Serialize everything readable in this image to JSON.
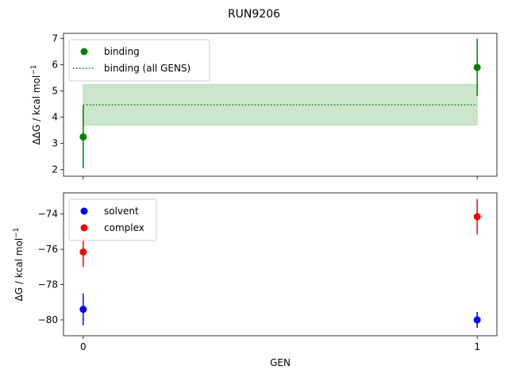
{
  "figure_title": "RUN9206",
  "chart_data": [
    {
      "type": "scatter",
      "ylabel": {
        "prefix": "ΔΔG / kcal mol",
        "sup": "−1"
      },
      "ylim": [
        1.75,
        7.2
      ],
      "xlim": [
        -0.05,
        1.05
      ],
      "x_ticks": [
        0,
        1
      ],
      "x_tick_labels": [
        "",
        ""
      ],
      "y_ticks": [
        2,
        3,
        4,
        5,
        6,
        7
      ],
      "y_tick_labels": [
        "2",
        "3",
        "4",
        "5",
        "6",
        "7"
      ],
      "grid": false,
      "legend": {
        "placement": "upper-left",
        "entries": [
          "binding",
          "binding (all GENS)"
        ]
      },
      "series": [
        {
          "name": "binding",
          "color": "#008000",
          "x": [
            0,
            1
          ],
          "y": [
            3.25,
            5.9
          ],
          "yerr": [
            1.2,
            1.1
          ]
        }
      ],
      "reference_line": {
        "name": "binding (all GENS)",
        "color": "#008000",
        "style": "dotted",
        "x": [
          0,
          1
        ],
        "y": 4.47,
        "band": [
          3.7,
          5.25
        ]
      }
    },
    {
      "type": "scatter",
      "ylabel": {
        "prefix": "ΔG / kcal mol",
        "sup": "−1"
      },
      "ylim": [
        -80.9,
        -72.8
      ],
      "xlim": [
        -0.05,
        1.05
      ],
      "x_ticks": [
        0,
        1
      ],
      "x_tick_labels": [
        "0",
        "1"
      ],
      "y_ticks": [
        -80,
        -78,
        -76,
        -74
      ],
      "y_tick_labels": [
        "−80",
        "−78",
        "−76",
        "−74"
      ],
      "xlabel": "GEN",
      "grid": false,
      "legend": {
        "placement": "upper-left",
        "entries": [
          "solvent",
          "complex"
        ]
      },
      "series": [
        {
          "name": "solvent",
          "color": "#0000ff",
          "x": [
            0,
            1
          ],
          "y": [
            -79.4,
            -80.0
          ],
          "yerr": [
            0.9,
            0.45
          ]
        },
        {
          "name": "complex",
          "color": "#ff0000",
          "x": [
            0,
            1
          ],
          "y": [
            -76.15,
            -74.15
          ],
          "yerr": [
            0.85,
            1.0
          ]
        }
      ]
    }
  ]
}
